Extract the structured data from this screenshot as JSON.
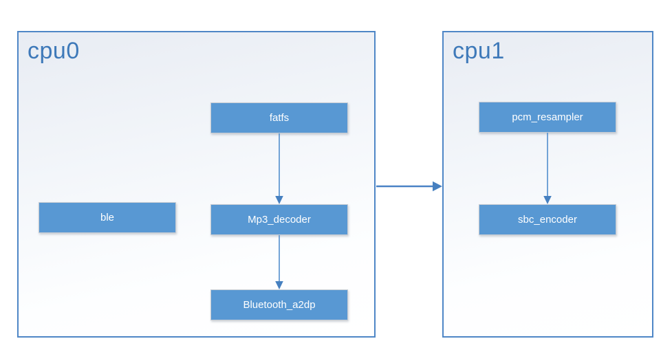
{
  "diagram": {
    "colors": {
      "node_fill": "#5898D3",
      "node_text": "#FFFFFF",
      "node_border": "#C7CCD3",
      "container_border": "#4E86C6",
      "container_fill_top": "#E8ECF3",
      "container_fill_bottom": "#FFFFFF",
      "container_title_text": "#3E79B9",
      "arrow": "#4A82C6",
      "canvas_background": "#FFFFFF"
    },
    "containers": [
      {
        "title": "cpu0",
        "nodes": [
          {
            "label": "fatfs"
          },
          {
            "label": "ble"
          },
          {
            "label": "Mp3_decoder"
          },
          {
            "label": "Bluetooth_a2dp"
          }
        ]
      },
      {
        "title": "cpu1",
        "nodes": [
          {
            "label": "pcm_resampler"
          },
          {
            "label": "sbc_encoder"
          }
        ]
      }
    ],
    "edges": [
      {
        "from": "fatfs",
        "to": "Mp3_decoder",
        "direction": "down"
      },
      {
        "from": "Mp3_decoder",
        "to": "Bluetooth_a2dp",
        "direction": "down"
      },
      {
        "from": "pcm_resampler",
        "to": "sbc_encoder",
        "direction": "down"
      },
      {
        "from": "cpu0",
        "to": "cpu1",
        "direction": "right"
      }
    ]
  }
}
